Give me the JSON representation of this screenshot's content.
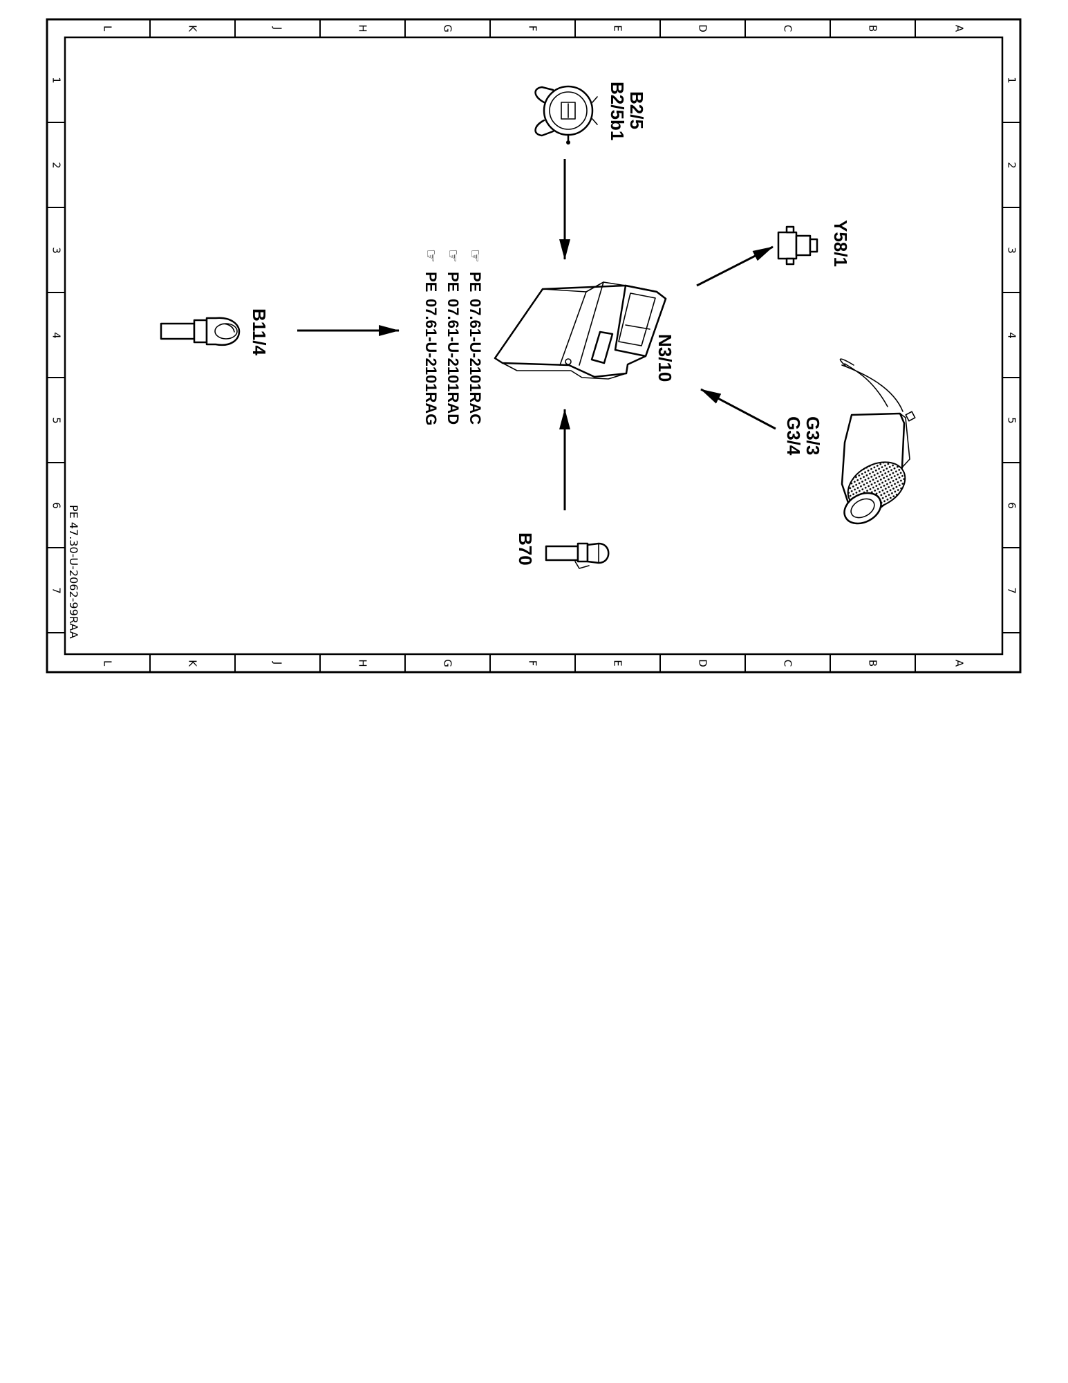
{
  "frame": {
    "column_letters": [
      "L",
      "K",
      "J",
      "H",
      "G",
      "F",
      "E",
      "D",
      "C",
      "B",
      "A"
    ],
    "row_numbers": [
      "1",
      "2",
      "3",
      "4",
      "5",
      "6",
      "7"
    ]
  },
  "components": {
    "b2_5": {
      "label_line1": "B2/5",
      "label_line2": "B2/5b1"
    },
    "y58_1": {
      "label": "Y58/1"
    },
    "b11_4": {
      "label": "B11/4"
    },
    "n3_10": {
      "label": "N3/10"
    },
    "g3": {
      "label_line1": "G3/3",
      "label_line2": "G3/4"
    },
    "b70": {
      "label": "B70"
    }
  },
  "references": [
    {
      "prefix": "PE",
      "code": "07.61-U-2101RAC"
    },
    {
      "prefix": "PE",
      "code": "07.61-U-2101RAD"
    },
    {
      "prefix": "PE",
      "code": "07.61-U-2101RAG"
    }
  ],
  "document_id": "PE 47.30-U-2062-99RAA"
}
